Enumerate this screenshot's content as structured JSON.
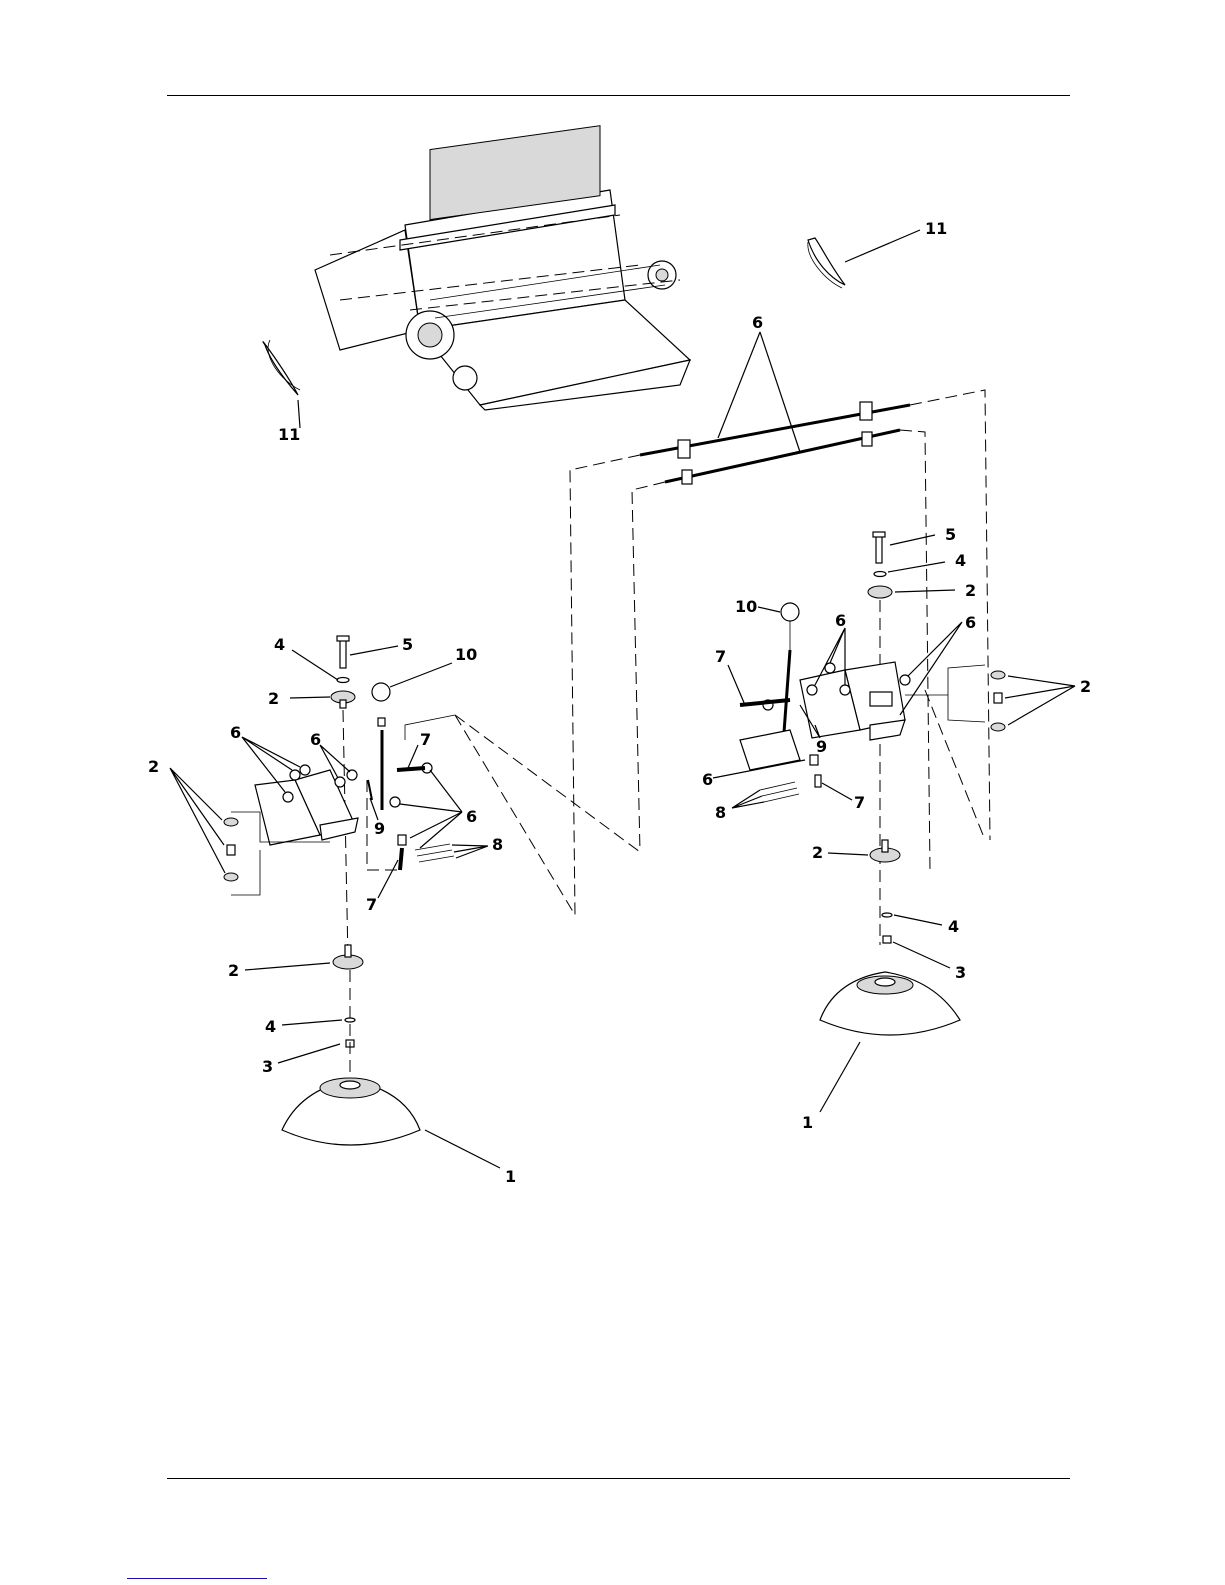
{
  "callouts": {
    "top_left_clip": "11",
    "top_right_clip": "11",
    "shaft_pair": "6",
    "right_bolt": "5",
    "right_washer_top": "4",
    "right_pulley_top": "2",
    "right_knob": "10",
    "right_pin_left": "7",
    "right_spacers": "6",
    "right_bracket_right": "6",
    "right_side_parts": "2",
    "right_lever": "9",
    "right_spacer_lower": "6",
    "right_pin_lower": "7",
    "right_springs": "8",
    "right_pulley_lower": "2",
    "right_washer_lower": "4",
    "right_nut_lower": "3",
    "right_brush": "1",
    "left_washer_top": "4",
    "left_bolt": "5",
    "left_knob": "10",
    "left_pulley_top": "2",
    "left_spacers_a": "6",
    "left_spacers_b": "6",
    "left_pin_upper": "7",
    "left_side_parts": "2",
    "left_lever": "9",
    "left_spacers_c": "6",
    "left_springs": "8",
    "left_pin_lower": "7",
    "left_pulley_lower": "2",
    "left_washer_lower": "4",
    "left_nut_lower": "3",
    "left_brush": "1"
  }
}
